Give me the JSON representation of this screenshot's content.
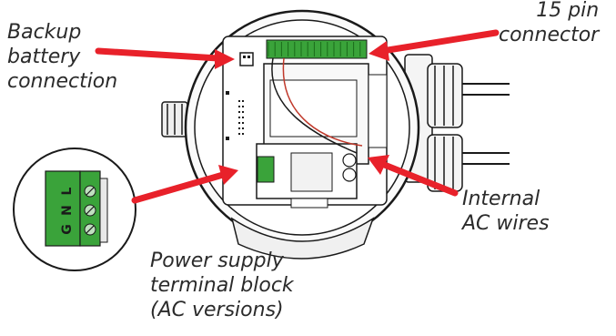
{
  "labels": {
    "backup_battery": [
      "Backup",
      "battery",
      "connection"
    ],
    "pin_connector": [
      "15 pin",
      "connector"
    ],
    "internal_ac": [
      "Internal",
      "AC wires"
    ],
    "power_supply": [
      "Power supply",
      "terminal block",
      "(AC versions)"
    ]
  },
  "terminal_block": {
    "letters": [
      "G",
      "N",
      "L"
    ]
  },
  "colors": {
    "arrow": "#e8212a",
    "terminal": "#3aa33a",
    "outline": "#1a1a1a",
    "wire_red": "#c0392b"
  },
  "icons": [
    "enclosure-drawing",
    "terminal-block-icon",
    "arrow-icon"
  ]
}
